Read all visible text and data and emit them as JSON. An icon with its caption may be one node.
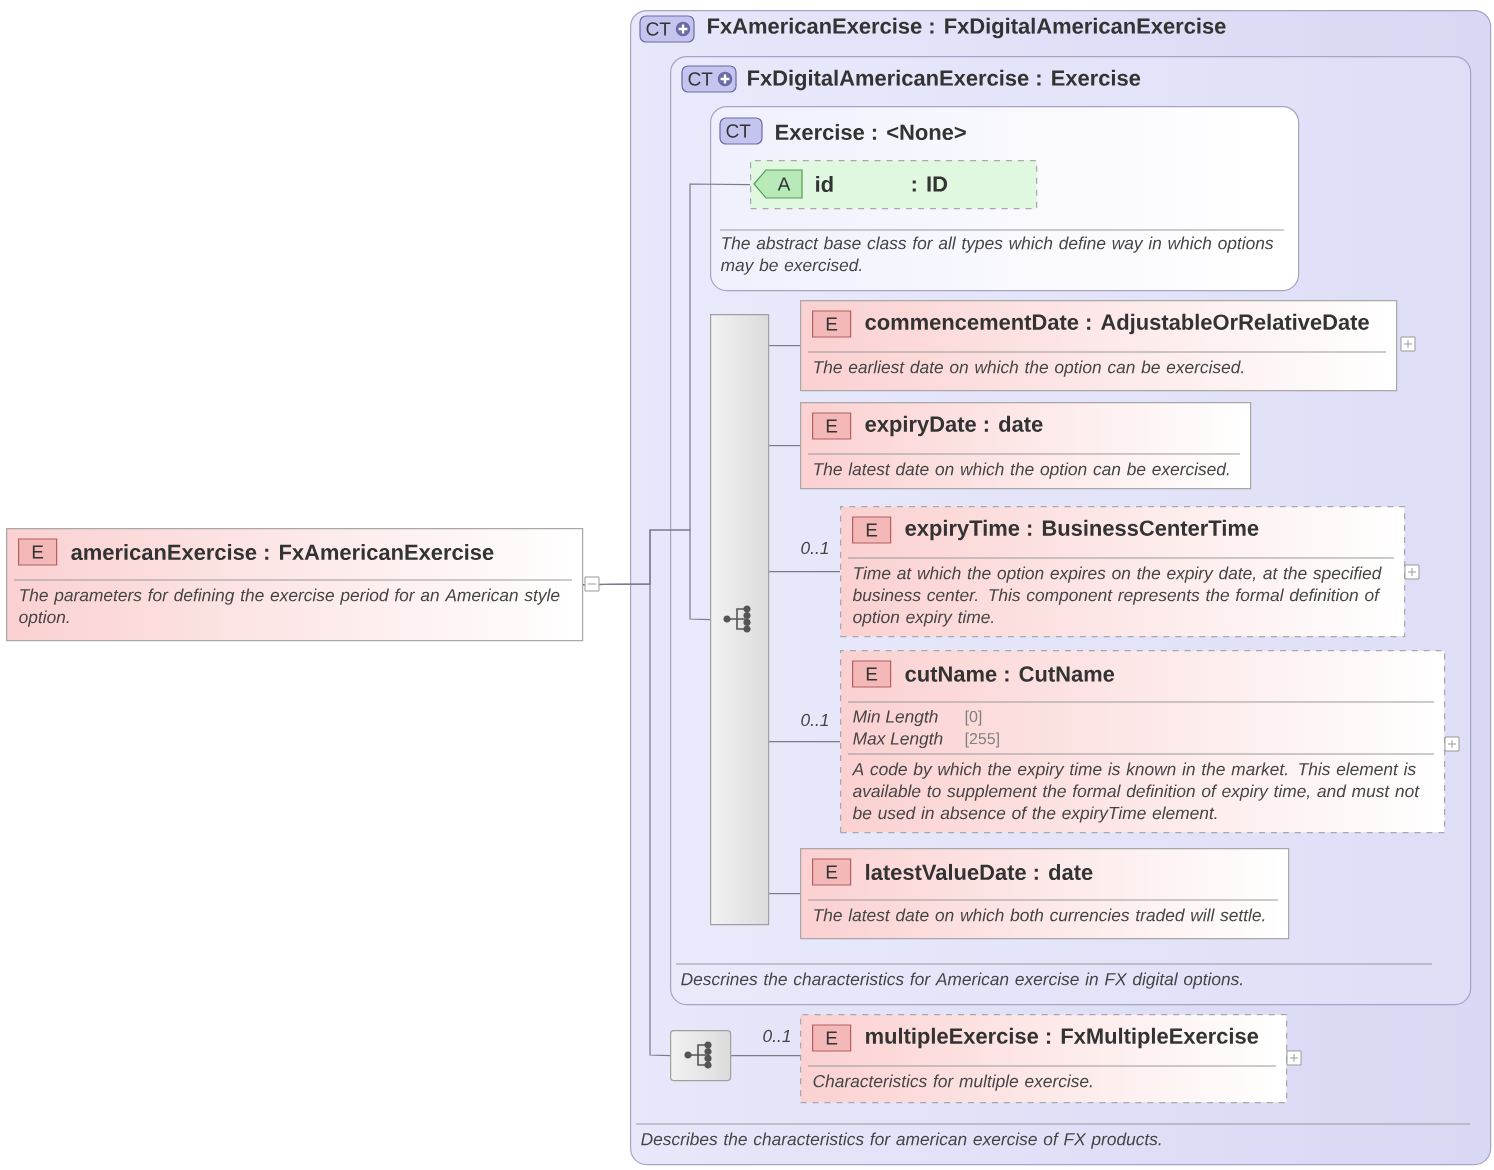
{
  "diagram": {
    "nodes": [
      {
        "text": [
          "E",
          "americanExercise : FxAmericanExercise",
          "The parameters for defining the exercise period for an American style option."
        ]
      },
      {
        "text": [
          "CT",
          "FxAmericanExercise : FxDigitalAmericanExercise",
          "Describes the characteristics for american exercise of FX products."
        ]
      },
      {
        "text": [
          "CT",
          "FxDigitalAmericanExercise : Exercise",
          "Descrines the characteristics for American exercise in FX digital options."
        ],
        "in": 1
      },
      {
        "text": [
          "CT",
          "Exercise : <None>",
          "The abstract base class for all types which define way in which options may be exercised."
        ],
        "in": 2
      },
      {
        "text": [
          "A",
          "id",
          ": ID"
        ],
        "in": 3
      },
      {
        "text": [],
        "shape": "bar",
        "in": 2
      },
      {
        "text": [
          "E",
          "commencementDate : AdjustableOrRelativeDate",
          "The earliest date on which the option can be exercised."
        ],
        "in": 2
      },
      {
        "text": [
          "E",
          "expiryDate : date",
          "The latest date on which the option can be exercised."
        ],
        "in": 2
      },
      {
        "text": [
          "E",
          "expiryTime : BusinessCenterTime",
          "Time at which the option expires on the expiry date, at the specified business center. This component represents the formal definition of option expiry time."
        ],
        "in": 2,
        "beside": [
          "0..1"
        ]
      },
      {
        "text": [
          "E",
          "cutName : CutName",
          "Min Length",
          "[0]",
          "Max Length",
          "[255]",
          "A code by which the expiry time is known in the market. This element is available to supplement the formal definition of expiry time, and must not be used in absence of the expiryTime element."
        ],
        "in": 2,
        "beside": [
          "0..1"
        ]
      },
      {
        "text": [
          "E",
          "latestValueDate : date",
          "The latest date on which both currencies traded will settle."
        ],
        "in": 2
      },
      {
        "text": [],
        "shape": "box",
        "in": 1
      },
      {
        "text": [
          "E",
          "multipleExercise : FxMultipleExercise",
          "Characteristics for multiple exercise."
        ],
        "in": 1,
        "beside": [
          "0..1"
        ]
      }
    ],
    "edges": [
      {
        "from": 0,
        "to": 4,
        "arrow": "none"
      },
      {
        "from": 0,
        "to": 5,
        "arrow": "none"
      },
      {
        "from": 0,
        "to": 11,
        "arrow": "none"
      },
      {
        "from": 5,
        "to": 6,
        "arrow": "none"
      },
      {
        "from": 5,
        "to": 7,
        "arrow": "none"
      },
      {
        "from": 5,
        "to": 8,
        "arrow": "none"
      },
      {
        "from": 5,
        "to": 9,
        "arrow": "none"
      },
      {
        "from": 5,
        "to": 10,
        "arrow": "none"
      },
      {
        "from": 11,
        "to": 12,
        "arrow": "none"
      }
    ]
  }
}
